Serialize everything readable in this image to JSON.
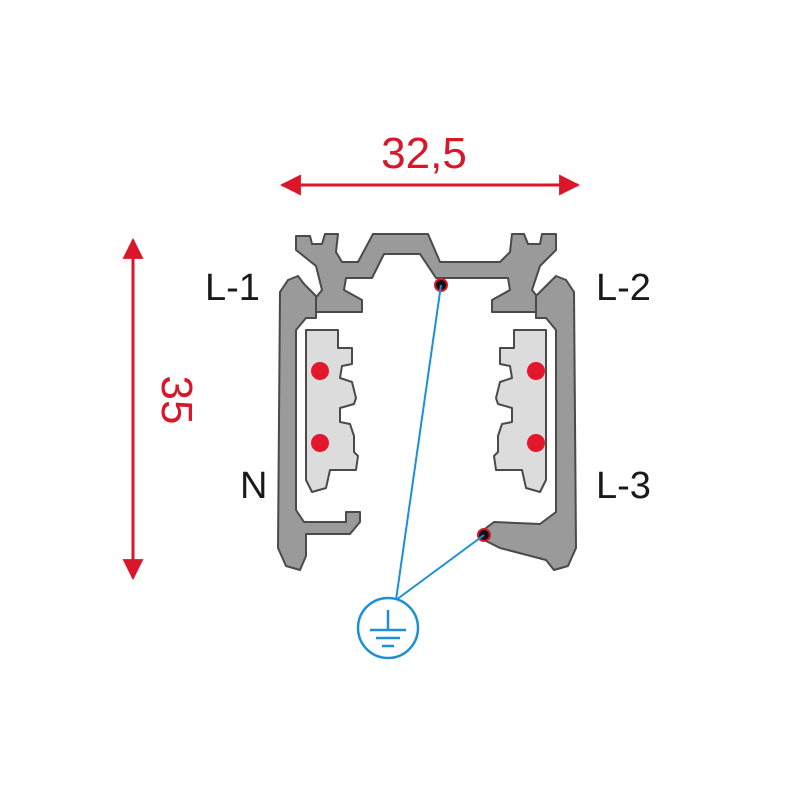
{
  "dimensions": {
    "width": "32,5",
    "height": "35"
  },
  "phase_labels": {
    "l1": "L-1",
    "l2": "L-2",
    "l3": "L-3",
    "neutral": "N"
  },
  "colors": {
    "dimension": "#d9162a",
    "profile_fill": "#9a9a9a",
    "profile_stroke": "#4a4a4a",
    "insulator_fill": "#dcdcdc",
    "conductor": "#e3182d",
    "earth_line": "#1e8fd4",
    "label": "#1a1a1a"
  },
  "icons": {
    "earth": "earth-ground-icon"
  }
}
